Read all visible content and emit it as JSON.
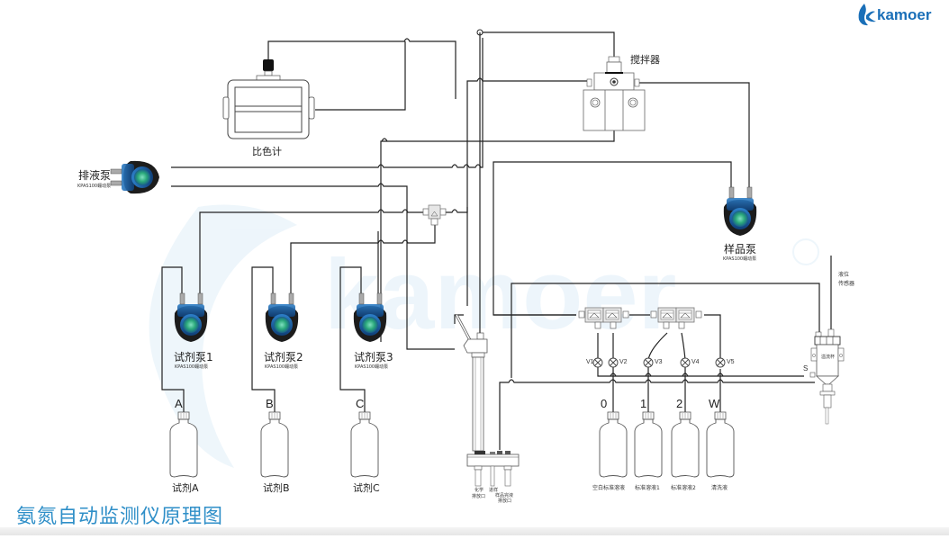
{
  "brand": {
    "name": "kamoer",
    "accent": "#1a6fb8",
    "title_color": "#2f8fc8"
  },
  "title": "氨氮自动监测仪原理图",
  "components": {
    "colorimeter": {
      "label": "比色计"
    },
    "stirrer": {
      "label": "搅拌器"
    },
    "drain_pump": {
      "label": "排液泵",
      "model": "KPAS100蠕动泵"
    },
    "sample_pump": {
      "label": "样品泵",
      "model": "KPAS100蠕动泵"
    },
    "reagent_pumps": [
      {
        "label": "试剂泵1",
        "model": "KPAS100蠕动泵"
      },
      {
        "label": "试剂泵2",
        "model": "KPAS100蠕动泵"
      },
      {
        "label": "试剂泵3",
        "model": "KPAS100蠕动泵"
      }
    ],
    "reagent_bottles": [
      {
        "letter": "A",
        "label": "试剂A"
      },
      {
        "letter": "B",
        "label": "试剂B"
      },
      {
        "letter": "C",
        "label": "试剂C"
      }
    ],
    "standard_bottles": [
      {
        "letter": "0",
        "label": "空白标准溶液"
      },
      {
        "letter": "1",
        "label": "标准溶液1"
      },
      {
        "letter": "2",
        "label": "标准溶液2"
      },
      {
        "letter": "W",
        "label": "清洗液"
      }
    ],
    "valves": [
      "V1",
      "V2",
      "V3",
      "V4",
      "V5"
    ],
    "level_sensor": {
      "label_line1": "液位",
      "label_line2": "传感器"
    },
    "overflow_cup": {
      "label": "溢流杯",
      "port": "S"
    },
    "manifold_outlets": [
      {
        "line1": "化学",
        "line2": "排放口"
      },
      {
        "line1": "进样",
        "line2": ""
      },
      {
        "line1": "样品完液",
        "line2": "排放口"
      }
    ]
  }
}
